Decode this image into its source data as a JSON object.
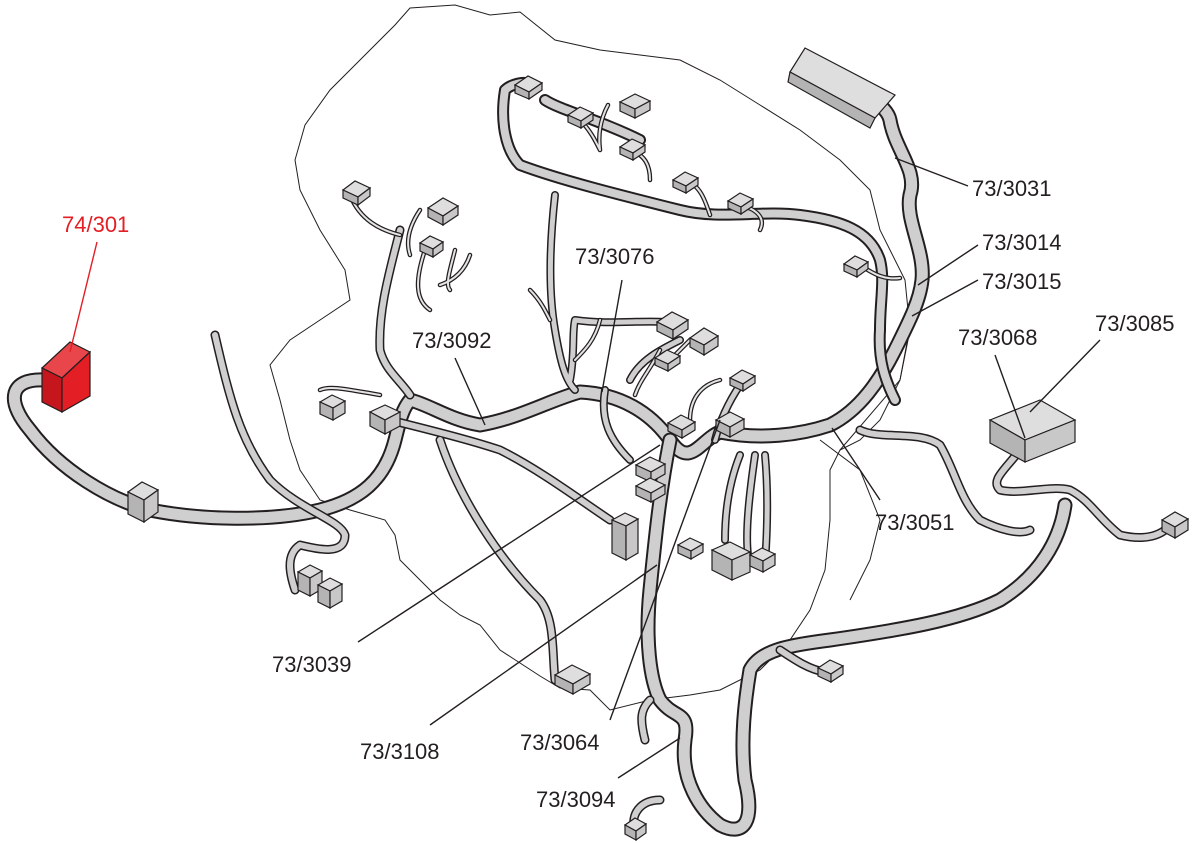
{
  "callouts": [
    {
      "id": "74-301",
      "text": "74/301",
      "highlighted": true
    },
    {
      "id": "73-3031",
      "text": "73/3031",
      "highlighted": false
    },
    {
      "id": "73-3014",
      "text": "73/3014",
      "highlighted": false
    },
    {
      "id": "73-3015",
      "text": "73/3015",
      "highlighted": false
    },
    {
      "id": "73-3076",
      "text": "73/3076",
      "highlighted": false
    },
    {
      "id": "73-3092",
      "text": "73/3092",
      "highlighted": false
    },
    {
      "id": "73-3068",
      "text": "73/3068",
      "highlighted": false
    },
    {
      "id": "73-3085",
      "text": "73/3085",
      "highlighted": false
    },
    {
      "id": "73-3051",
      "text": "73/3051",
      "highlighted": false
    },
    {
      "id": "73-3039",
      "text": "73/3039",
      "highlighted": false
    },
    {
      "id": "73-3108",
      "text": "73/3108",
      "highlighted": false
    },
    {
      "id": "73-3064",
      "text": "73/3064",
      "highlighted": false
    },
    {
      "id": "73-3094",
      "text": "73/3094",
      "highlighted": false
    }
  ],
  "colors": {
    "highlight": "#e31e24",
    "harness_fill": "#cfcfcf",
    "outline": "#231f20",
    "background": "#ffffff"
  }
}
